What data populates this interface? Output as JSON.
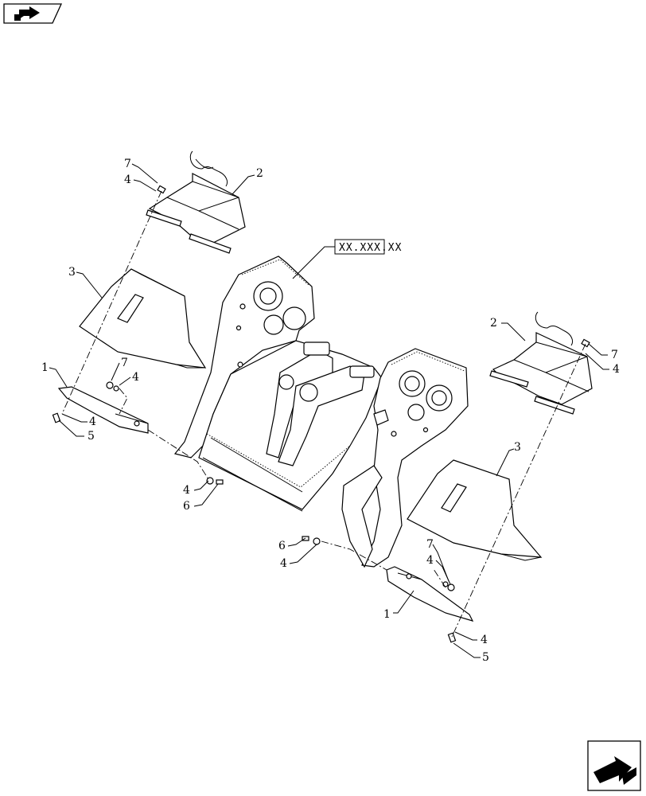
{
  "navigation": {
    "prev_icon": "previous-page-icon",
    "next_icon": "next-page-icon"
  },
  "reference": {
    "text": "XX.XXX.XX"
  },
  "callouts": {
    "c1_left": "1",
    "c1_right": "1",
    "c2_left": "2",
    "c2_right": "2",
    "c3_left": "3",
    "c3_right": "3",
    "c4_top_left": "4",
    "c4_mid_left": "4",
    "c4_low_left": "4",
    "c4_center": "4",
    "c4_center_low": "4",
    "c4_right_mid": "4",
    "c4_right_low": "4",
    "c4_right_top": "4",
    "c5_left": "5",
    "c5_right": "5",
    "c6_center": "6",
    "c6_center_low": "6",
    "c7_top_left": "7",
    "c7_mid_left": "7",
    "c7_right_top": "7",
    "c7_right_mid": "7"
  }
}
